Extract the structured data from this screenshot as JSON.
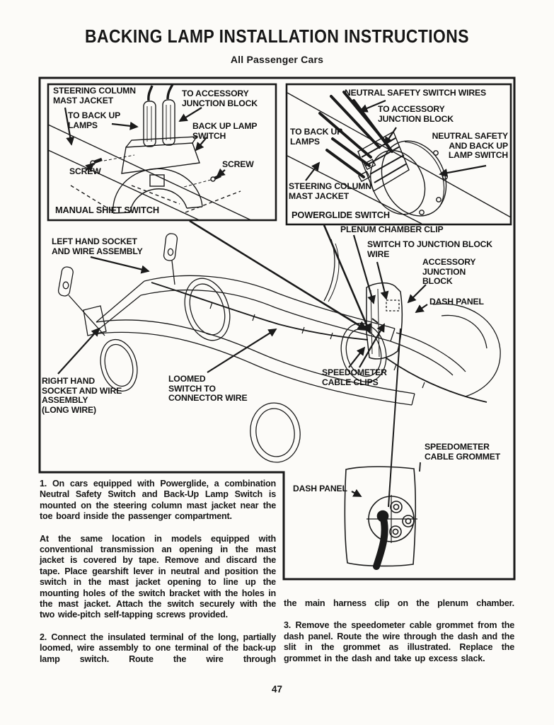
{
  "header": {
    "title": "BACKING LAMP INSTALLATION INSTRUCTIONS",
    "subtitle": "All Passenger Cars"
  },
  "figure": {
    "inset_manual_shift": {
      "steering_column_mast_jacket": "STEERING COLUMN\nMAST JACKET",
      "to_accessory_junction_block": "TO ACCESSORY\nJUNCTION BLOCK",
      "to_back_up_lamps": "TO BACK UP\nLAMPS",
      "back_up_lamp_switch": "BACK UP LAMP\nSWITCH",
      "screw_left": "SCREW",
      "screw_right": "SCREW",
      "caption": "MANUAL SHIFT SWITCH"
    },
    "inset_powerglide": {
      "neutral_safety_switch_wires": "NEUTRAL SAFETY SWITCH WIRES",
      "to_accessory_junction_block": "TO ACCESSORY\nJUNCTION BLOCK",
      "to_back_up_lamps": "TO BACK UP\nLAMPS",
      "neutral_safety_and_back_up_lamp_switch": "NEUTRAL SAFETY\nAND BACK UP\nLAMP SWITCH",
      "steering_column_mast_jacket": "STEERING COLUMN\nMAST JACKET",
      "caption": "POWERGLIDE SWITCH"
    },
    "chassis": {
      "left_hand_socket": "LEFT HAND SOCKET\nAND WIRE ASSEMBLY",
      "plenum_chamber_clip": "PLENUM CHAMBER CLIP",
      "switch_to_junction_block_wire": "SWITCH TO JUNCTION BLOCK\nWIRE",
      "accessory_junction_block": "ACCESSORY\nJUNCTION\nBLOCK",
      "dash_panel": "DASH PANEL",
      "right_hand_socket": "RIGHT HAND\nSOCKET AND WIRE\nASSEMBLY\n(LONG WIRE)",
      "loomed_switch_to_connector_wire": "LOOMED\nSWITCH TO\nCONNECTOR WIRE",
      "speedometer_cable_clips": "SPEEDOMETER\nCABLE CLIPS",
      "speedometer_cable_grommet": "SPEEDOMETER\nCABLE GROMMET"
    },
    "inset_grommet": {
      "dash_panel": "DASH PANEL"
    }
  },
  "instructions": {
    "step1": "1. On cars equipped with Powerglide, a combination Neutral Safety Switch and Back-Up Lamp Switch is mounted on the steering column mast jacket near the toe board inside the passenger compartment.",
    "step1b": "At the same location in models equipped with conventional transmission an opening in the mast jacket is covered by tape. Remove and discard the tape. Place gearshift lever in neutral and position the switch in the mast jacket opening to line up the mounting holes of the switch bracket with the holes in the mast jacket. Attach the switch securely with the two wide-pitch self-tapping screws provided.",
    "step2": "2. Connect the insulated terminal of the long, partially loomed, wire assembly to one terminal of the back-up lamp switch. Route the wire through",
    "step2_cont": "the main harness clip on the plenum chamber.",
    "step3": "3. Remove the speedometer cable grommet from the dash panel. Route the wire through the dash and the slit in the grommet as illustrated. Replace the grommet in the dash and take up excess slack."
  },
  "footer": {
    "page_number": "47"
  },
  "colors": {
    "ink": "#1a1a1a",
    "paper": "#fcfbf8"
  }
}
